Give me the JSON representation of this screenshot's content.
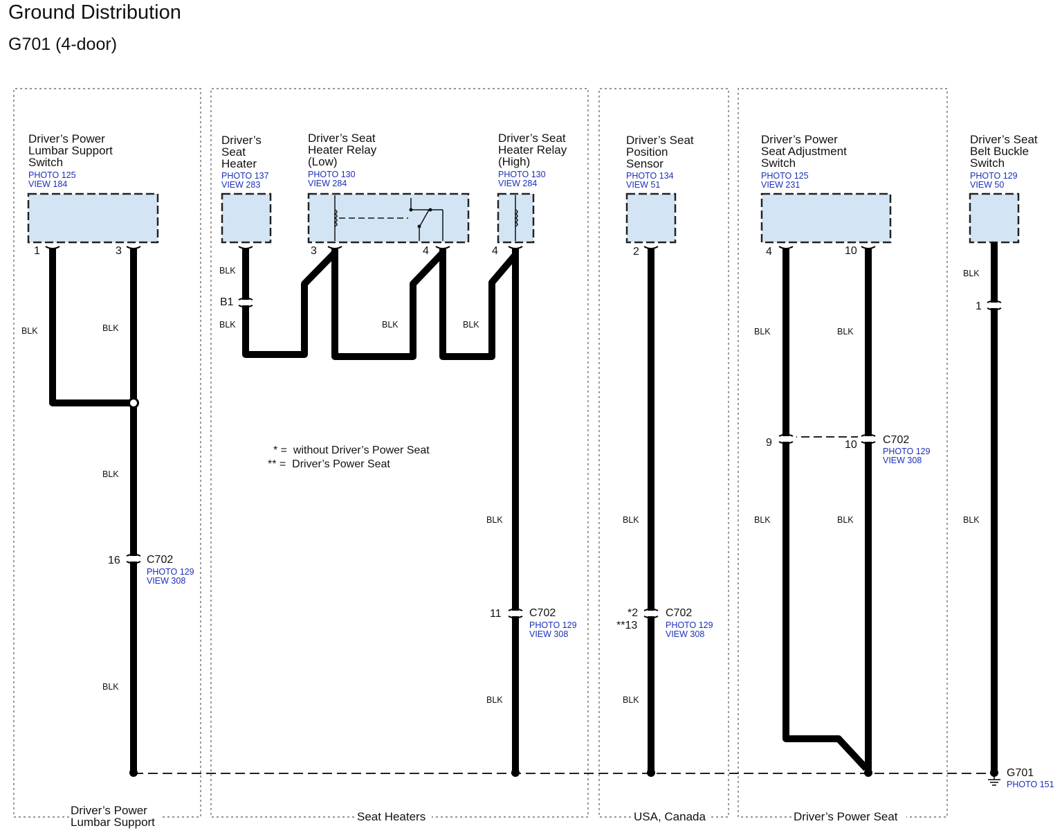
{
  "header": {
    "title": "Ground Distribution",
    "subtitle": "G701 (4-door)"
  },
  "colors": {
    "component_fill": "#d3e5f5",
    "wire": "#000000",
    "reference_text": "#1a2fb8"
  },
  "components": [
    {
      "name": "Driver’s Power\nLumbar Support\nSwitch",
      "ref": "PHOTO 125\nVIEW 184"
    },
    {
      "name": "Driver’s\nSeat\nHeater",
      "ref": "PHOTO 137\nVIEW 283"
    },
    {
      "name": "Driver’s Seat\nHeater Relay\n(Low)",
      "ref": "PHOTO 130\nVIEW 284"
    },
    {
      "name": "Driver’s Seat\nHeater Relay\n(High)",
      "ref": "PHOTO 130\nVIEW 284"
    },
    {
      "name": "Driver’s Seat\nPosition\nSensor",
      "ref": "PHOTO 134\nVIEW 51"
    },
    {
      "name": "Driver’s Power\nSeat Adjustment\nSwitch",
      "ref": "PHOTO 125\nVIEW 231"
    },
    {
      "name": "Driver’s Seat\nBelt Buckle\nSwitch",
      "ref": "PHOTO 129\nVIEW 50"
    }
  ],
  "pins": [
    "1",
    "3",
    "3",
    "4",
    "4",
    "2",
    "4",
    "10",
    "B1",
    "1",
    "16",
    "11",
    "*2",
    "**13",
    "9",
    "10"
  ],
  "wire_color": "BLK",
  "connectors": [
    {
      "name": "C702",
      "ref": "PHOTO 129\nVIEW 308"
    },
    {
      "name": "C702",
      "ref": "PHOTO 129\nVIEW 308"
    },
    {
      "name": "C702",
      "ref": "PHOTO 129\nVIEW 308"
    },
    {
      "name": "C702",
      "ref": "PHOTO 129\nVIEW 308"
    }
  ],
  "ground": {
    "name": "G701",
    "ref": "PHOTO 151"
  },
  "notes": [
    "* =  without Driver’s Power Seat",
    "** =  Driver’s Power Seat"
  ],
  "groups": [
    "Driver’s Power\nLumbar Support",
    "Seat Heaters",
    "USA, Canada",
    "Driver’s Power Seat"
  ]
}
